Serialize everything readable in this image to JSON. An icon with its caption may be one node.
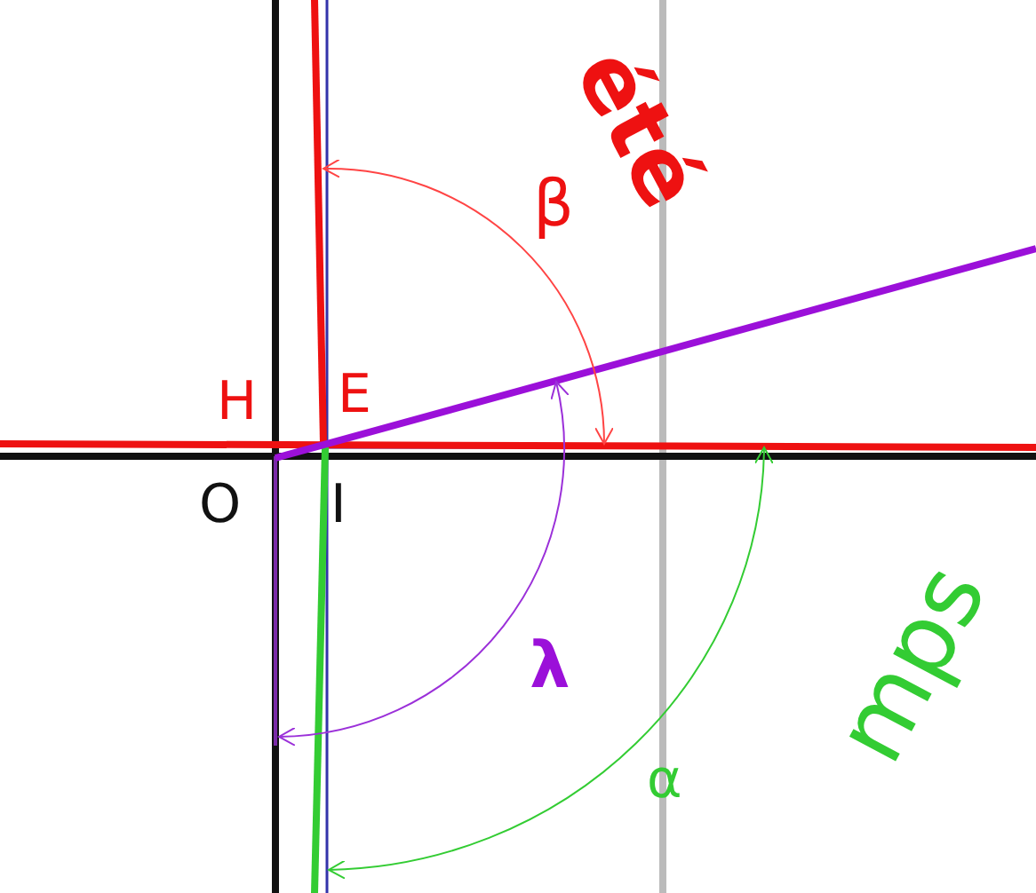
{
  "diagram": {
    "labels": [
      "été",
      "β",
      "H",
      "E",
      "O",
      "I",
      "λ",
      "α",
      "mps"
    ]
  }
}
